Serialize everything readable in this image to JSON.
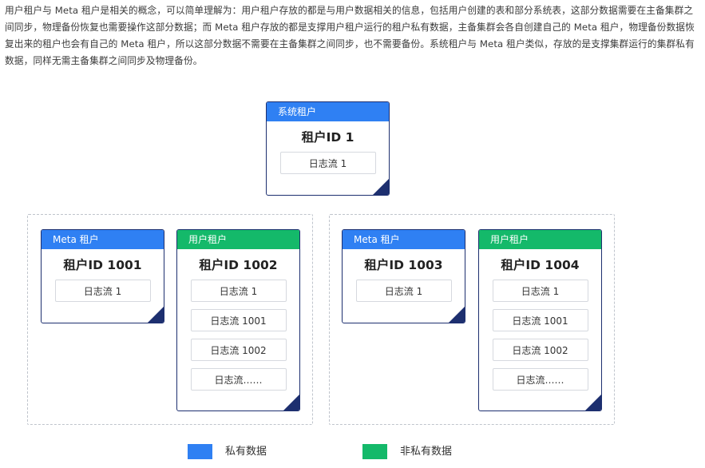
{
  "intro": "用户租户与 Meta 租户是相关的概念，可以简单理解为：用户租户存放的都是与用户数据相关的信息，包括用户创建的表和部分系统表，这部分数据需要在主备集群之间同步，物理备份恢复也需要操作这部分数据；而 Meta 租户存放的都是支撑用户租户运行的租户私有数据，主备集群会各自创建自己的 Meta 租户，物理备份数据恢复出来的租户也会有自己的 Meta 租户，所以这部分数据不需要在主备集群之间同步，也不需要备份。系统租户与 Meta 租户类似，存放的是支撑集群运行的集群私有数据，同样无需主备集群之间同步及物理备份。",
  "colors": {
    "private": "#2f80f3",
    "public": "#14b96a",
    "border": "#1d2f6f"
  },
  "sys_tenant": {
    "header": "系统租户",
    "title": "租户ID 1",
    "streams": [
      "日志流 1"
    ]
  },
  "meta_1001": {
    "header": "Meta 租户",
    "title": "租户ID 1001",
    "streams": [
      "日志流 1"
    ]
  },
  "user_1002": {
    "header": "用户租户",
    "title": "租户ID 1002",
    "streams": [
      "日志流 1",
      "日志流 1001",
      "日志流 1002",
      "日志流……"
    ]
  },
  "meta_1003": {
    "header": "Meta 租户",
    "title": "租户ID 1003",
    "streams": [
      "日志流 1"
    ]
  },
  "user_1004": {
    "header": "用户租户",
    "title": "租户ID 1004",
    "streams": [
      "日志流 1",
      "日志流 1001",
      "日志流 1002",
      "日志流……"
    ]
  },
  "legend": {
    "private_label": "私有数据",
    "public_label": "非私有数据"
  }
}
